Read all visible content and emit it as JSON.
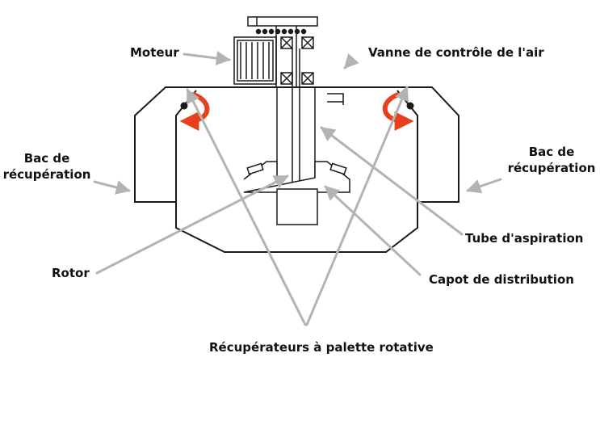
{
  "labels": {
    "moteur": "Moteur",
    "vanne": "Vanne de contrôle de l'air",
    "bac_left_1": "Bac de",
    "bac_left_2": "récupération",
    "bac_right_1": "Bac de",
    "bac_right_2": "récupération",
    "tube": "Tube d'aspiration",
    "rotor": "Rotor",
    "capot": "Capot de distribution",
    "recuperateurs": "Récupérateurs à palette rotative"
  },
  "colors": {
    "outline": "#1a1a1a",
    "leader": "#b3b3b3",
    "rotation_arrow": "#e8401c",
    "text": "#111111"
  }
}
